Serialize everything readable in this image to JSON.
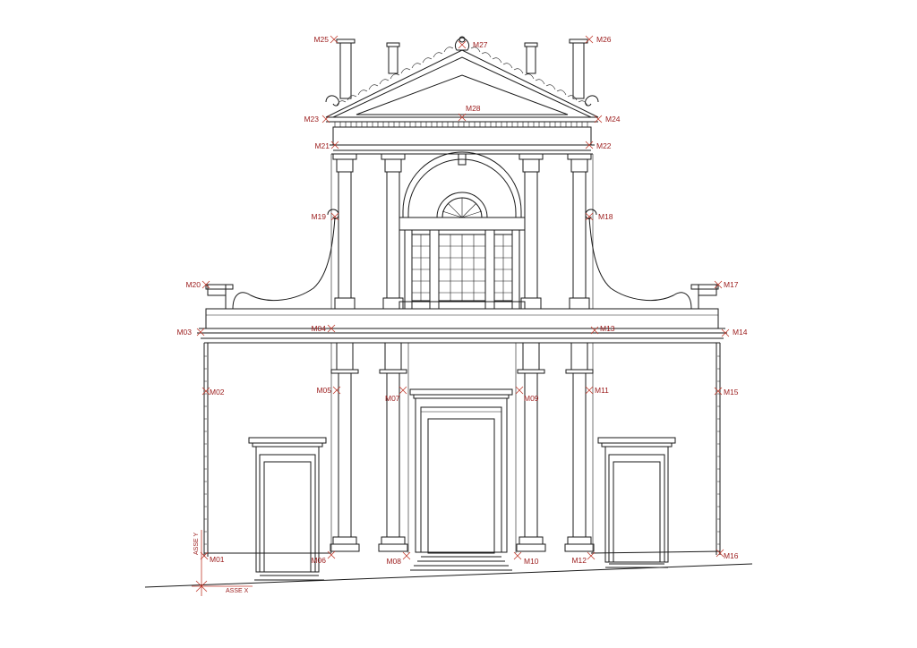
{
  "colors": {
    "line": "#1a1a1a",
    "marker": "#c0392b",
    "label": "#9b1b1b",
    "background": "#ffffff"
  },
  "axes": {
    "x_label": "ASSE X",
    "y_label": "ASSE Y"
  },
  "markers": [
    {
      "id": "m01",
      "label": "M01"
    },
    {
      "id": "m02",
      "label": "M02"
    },
    {
      "id": "m03",
      "label": "M03"
    },
    {
      "id": "m04",
      "label": "M04"
    },
    {
      "id": "m05",
      "label": "M05"
    },
    {
      "id": "m06",
      "label": "M06"
    },
    {
      "id": "m07",
      "label": "M07"
    },
    {
      "id": "m08",
      "label": "M08"
    },
    {
      "id": "m09",
      "label": "M09"
    },
    {
      "id": "m10",
      "label": "M10"
    },
    {
      "id": "m11",
      "label": "M11"
    },
    {
      "id": "m12",
      "label": "M12"
    },
    {
      "id": "m13",
      "label": "M13"
    },
    {
      "id": "m14",
      "label": "M14"
    },
    {
      "id": "m15",
      "label": "M15"
    },
    {
      "id": "m16",
      "label": "M16"
    },
    {
      "id": "m17",
      "label": "M17"
    },
    {
      "id": "m18",
      "label": "M18"
    },
    {
      "id": "m19",
      "label": "M19"
    },
    {
      "id": "m20",
      "label": "M20"
    },
    {
      "id": "m21",
      "label": "M21"
    },
    {
      "id": "m22",
      "label": "M22"
    },
    {
      "id": "m23",
      "label": "M23"
    },
    {
      "id": "m24",
      "label": "M24"
    },
    {
      "id": "m25",
      "label": "M25"
    },
    {
      "id": "m26",
      "label": "M26"
    },
    {
      "id": "m27",
      "label": "M27"
    },
    {
      "id": "m28",
      "label": "M28"
    }
  ]
}
